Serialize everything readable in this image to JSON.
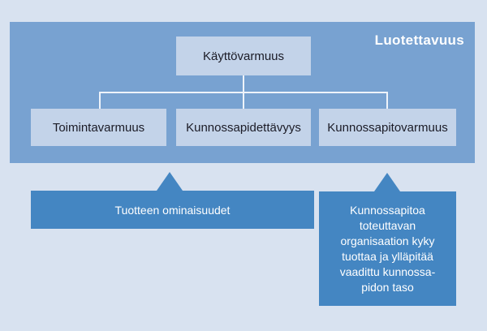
{
  "diagram": {
    "title": "Luotettavuus",
    "root": {
      "label": "Käyttövarmuus"
    },
    "children": [
      {
        "label": "Toimintavarmuus"
      },
      {
        "label": "Kunnossapidettävyys"
      },
      {
        "label": "Kunnossapitovarmuus"
      }
    ],
    "callouts": [
      {
        "text": "Tuotteen ominaisuudet"
      },
      {
        "text": "Kunnossapitoa\ntoteuttavan\norganisaation kyky\ntuottaa ja ylläpitää\nvaadittu kunnossa-\npidon taso"
      }
    ],
    "colors": {
      "canvas_bg": "#d8e2f0",
      "container_bg": "#78a2d1",
      "title_text": "#ffffff",
      "node_bg": "#c3d3e9",
      "node_text": "#1b1b26",
      "connector": "#eef3fa",
      "callout_bg": "#4486c2",
      "callout_text": "#ffffff"
    }
  }
}
